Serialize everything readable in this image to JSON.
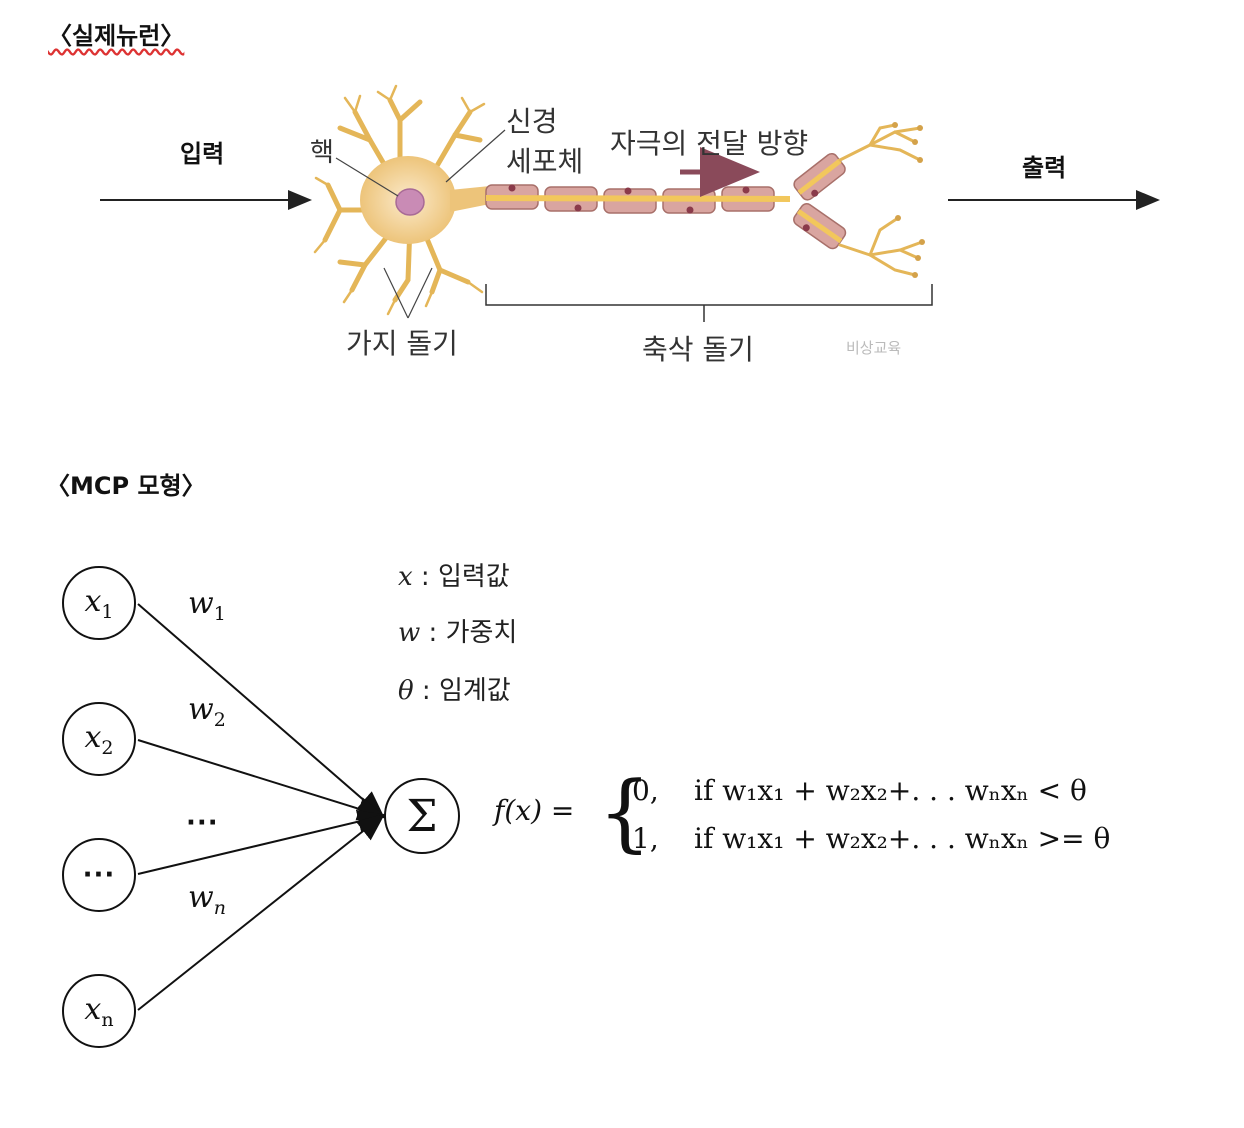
{
  "section1": {
    "title": "〈실제뉴런〉",
    "input_label": "입력",
    "output_label": "출력",
    "nucleus_label": "핵",
    "cell_body_line1": "신경",
    "cell_body_line2": "세포체",
    "signal_direction": "자극의 전달 방향",
    "dendrite_label": "가지 돌기",
    "axon_label": "축삭 돌기",
    "watermark": "비상교육"
  },
  "section2": {
    "title": "〈MCP 모형〉",
    "nodes": [
      {
        "var": "x",
        "sub": "1"
      },
      {
        "var": "x",
        "sub": "2"
      },
      {
        "dots": "···"
      },
      {
        "var": "x",
        "sub": "n"
      }
    ],
    "weights": [
      {
        "var": "w",
        "sub": "1"
      },
      {
        "var": "w",
        "sub": "2"
      },
      {
        "dots": "···"
      },
      {
        "var": "w",
        "sub": "n"
      }
    ],
    "sum_symbol": "Σ",
    "legend": [
      {
        "symbol": "x",
        "sep": " : ",
        "text": "입력값"
      },
      {
        "symbol": "w",
        "sep": " : ",
        "text": "가중치"
      },
      {
        "symbol": "θ",
        "sep": " : ",
        "text": "임계값"
      }
    ],
    "formula": {
      "lhs": "f(x) =",
      "case0_value": "0,",
      "case0_condition": "if w₁x₁ + w₂x₂+. . . wₙxₙ < θ",
      "case1_value": "1,",
      "case1_condition": "if w₁x₁ + w₂x₂+. . . wₙxₙ >= θ"
    }
  },
  "colors": {
    "neuron_body": "#f3d79a",
    "nucleus": "#c98bb5",
    "axon_segment": "#d9a5a0",
    "myelin_stripe": "#f2c75c",
    "signal_arrow": "#8a4a5a"
  }
}
